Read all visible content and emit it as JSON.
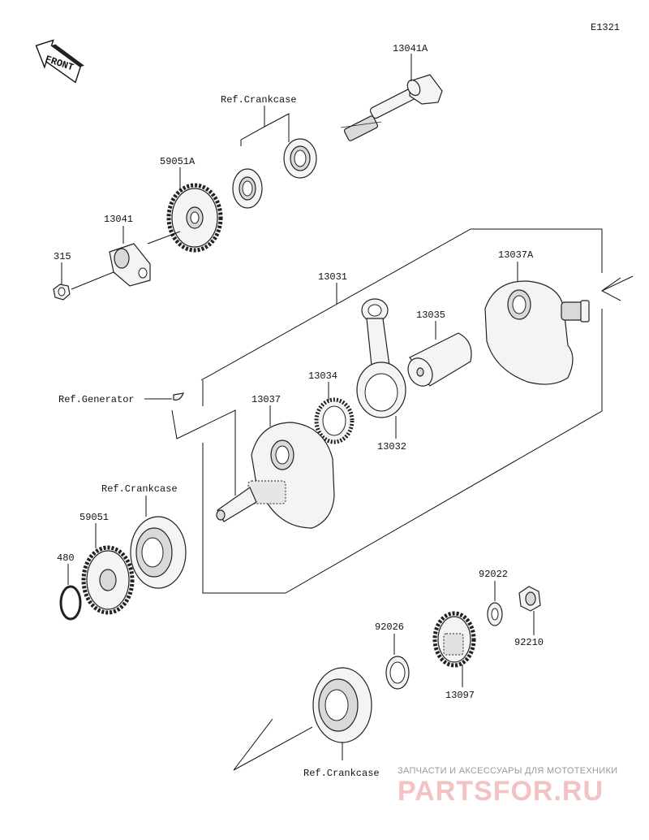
{
  "diagram_code": "E1321",
  "front_label": "FRONT",
  "parts": {
    "p13041A": "13041A",
    "ref_crankcase_top": "Ref.Crankcase",
    "p59051A": "59051A",
    "p13041": "13041",
    "p315": "315",
    "p13031": "13031",
    "p13037A": "13037A",
    "p13035": "13035",
    "p13034": "13034",
    "ref_generator": "Ref.Generator",
    "p13037": "13037",
    "p13032": "13032",
    "ref_crankcase_mid": "Ref.Crankcase",
    "p59051": "59051",
    "p480": "480",
    "p92022": "92022",
    "p92026": "92026",
    "p92210": "92210",
    "p13097": "13097",
    "ref_crankcase_bottom": "Ref.Crankcase"
  },
  "watermark": {
    "subtitle": "ЗАПЧАСТИ И АКСЕССУАРЫ ДЛЯ МОТОТЕХНИКИ",
    "brand": "PARTSFOR.RU"
  }
}
